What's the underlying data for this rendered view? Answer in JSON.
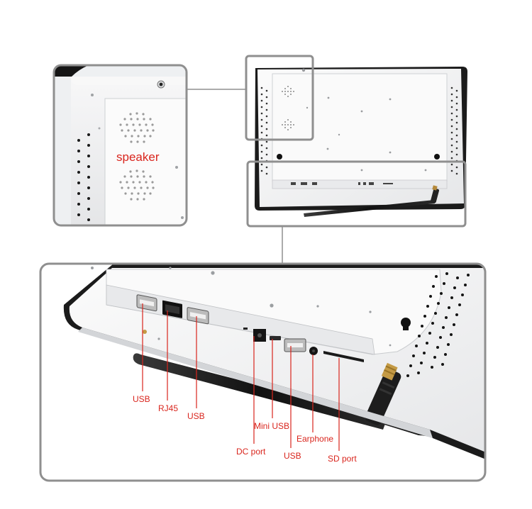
{
  "labels": {
    "speaker": "speaker",
    "usb_1": "USB",
    "rj45": "RJ45",
    "usb_2": "USB",
    "dc_port": "DC port",
    "mini_usb": "Mini USB",
    "usb_3": "USB",
    "earphone": "Earphone",
    "sd_port": "SD port"
  },
  "colors": {
    "frame_border": "#8f8f8f",
    "label_red": "#d9251d",
    "leader_red": "#d9251d",
    "panel_white": "#f4f5f6",
    "bezel_black": "#1b1b1b"
  }
}
